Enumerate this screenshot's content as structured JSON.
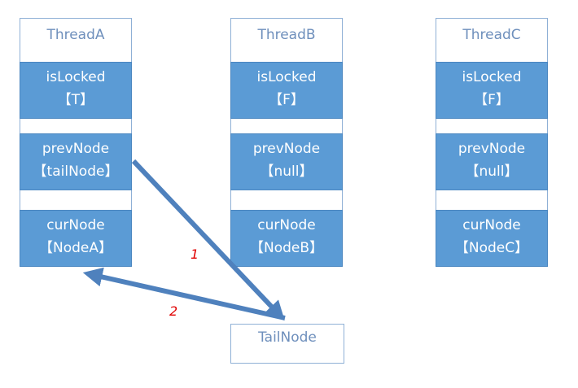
{
  "threads": [
    {
      "title": "ThreadA",
      "isLocked_label": "isLocked",
      "isLocked_value": "【T】",
      "prevNode_label": "prevNode",
      "prevNode_value": "【tailNode】",
      "curNode_label": "curNode",
      "curNode_value": "【NodeA】"
    },
    {
      "title": "ThreadB",
      "isLocked_label": "isLocked",
      "isLocked_value": "【F】",
      "prevNode_label": "prevNode",
      "prevNode_value": "【null】",
      "curNode_label": "curNode",
      "curNode_value": "【NodeB】"
    },
    {
      "title": "ThreadC",
      "isLocked_label": "isLocked",
      "isLocked_value": "【F】",
      "prevNode_label": "prevNode",
      "prevNode_value": "【null】",
      "curNode_label": "curNode",
      "curNode_value": "【NodeC】"
    }
  ],
  "tail_node": {
    "label": "TailNode"
  },
  "arrows": {
    "step1_label": "1",
    "step2_label": "2"
  },
  "colors": {
    "field_fill": "#5b9bd5",
    "box_border": "#8fb0d6",
    "title_text": "#6e8fbc",
    "arrow": "#4f81bd",
    "step_label": "#e00000"
  }
}
